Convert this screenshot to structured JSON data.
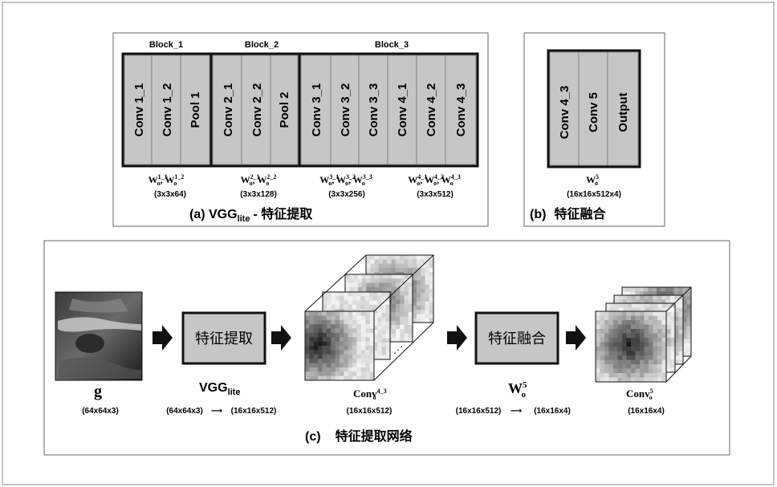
{
  "panel_a": {
    "caption_prefix": "(a) VGG",
    "caption_sub": "lite",
    "caption_suffix": "-   特征提取",
    "blocks": [
      {
        "title": "Block_1",
        "layers": [
          "Conv 1_1",
          "Conv 1_2",
          "Pool 1"
        ],
        "weight_groups": [
          {
            "weights": [
              {
                "sup": "1_1"
              },
              {
                "sup": "1_2"
              }
            ],
            "shape": "(3x3x64)"
          }
        ]
      },
      {
        "title": "Block_2",
        "layers": [
          "Conv 2_1",
          "Conv 2_2",
          "Pool 2"
        ],
        "weight_groups": [
          {
            "weights": [
              {
                "sup": "2_1"
              },
              {
                "sup": "2_2"
              }
            ],
            "shape": "(3x3x128)"
          }
        ]
      },
      {
        "title": "Block_3",
        "layers": [
          "Conv 3_1",
          "Conv 3_2",
          "Conv 3_3",
          "Conv 4_1",
          "Conv 4_2",
          "Conv 4_3"
        ],
        "weight_groups": [
          {
            "weights": [
              {
                "sup": "3_1"
              },
              {
                "sup": "3_2"
              },
              {
                "sup": "3_3"
              }
            ],
            "shape": "(3x3x256)"
          },
          {
            "weights": [
              {
                "sup": "4_1"
              },
              {
                "sup": "4_2"
              },
              {
                "sup": "4_3"
              }
            ],
            "shape": "(3x3x512)"
          }
        ]
      }
    ],
    "weight_base": "W",
    "weight_sub": "o"
  },
  "panel_b": {
    "caption_prefix": "(b)",
    "caption_text": "特征融合",
    "layers": [
      "Conv 4_3",
      "Conv 5",
      "Output"
    ],
    "weight_base": "W",
    "weight_sub": "o",
    "weight_sup": "5",
    "shape": "(16x16x512x4)"
  },
  "panel_c": {
    "caption_prefix": "(c)",
    "caption_text": "特征提取网络",
    "input": {
      "symbol": "g",
      "shape": "(64x64x3)"
    },
    "extract_box": "特征提取",
    "extract_label_base": "VGG",
    "extract_label_sub": "lite",
    "extract_shape_in": "(64x64x3)",
    "extract_shape_out": "(16x16x512)",
    "feature_label_base": "Conv",
    "feature_label_sub": "o",
    "feature_label_sup": "4_3",
    "feature_shape": "(16x16x512)",
    "fusion_box": "特征融合",
    "fusion_label_base": "W",
    "fusion_label_sub": "o",
    "fusion_label_sup": "5",
    "fusion_shape_in": "(16x16x512)",
    "fusion_shape_out": "(16x16x4)",
    "output_label_base": "Conv",
    "output_label_sub": "o",
    "output_label_sup": "5",
    "output_shape": "(16x16x4)"
  }
}
